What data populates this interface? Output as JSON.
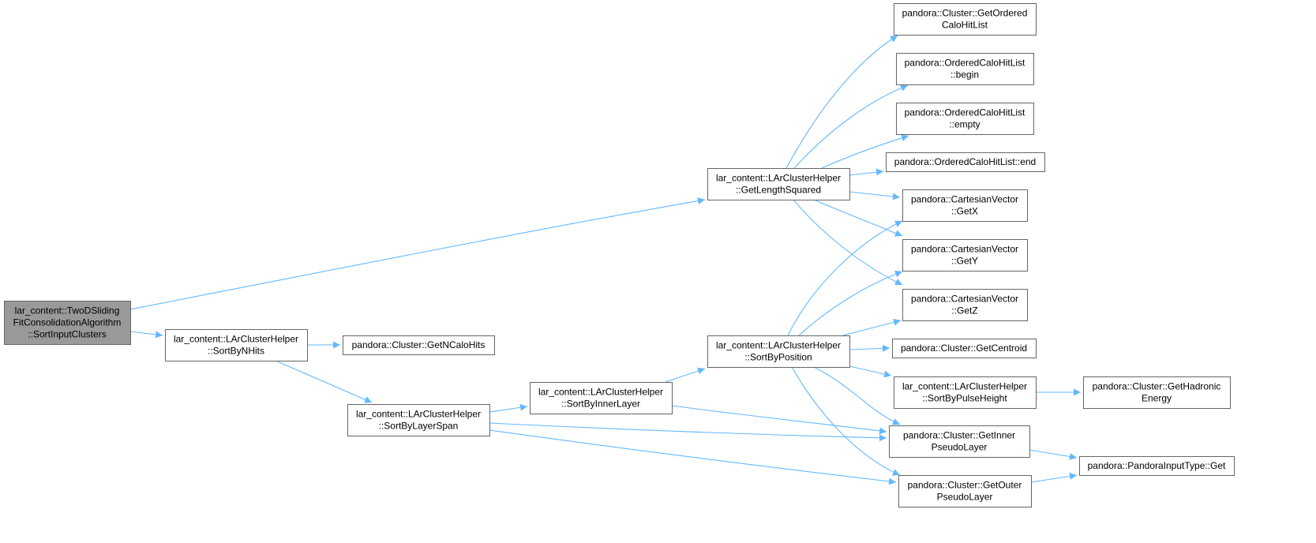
{
  "colors": {
    "edge": "#63b8ff",
    "node_border": "#666666",
    "root_fill": "#999999",
    "node_fill": "#ffffff"
  },
  "nodes": [
    {
      "id": "root",
      "lines": [
        "lar_content::TwoDSliding",
        "FitConsolidationAlgorithm",
        "::SortInputClusters"
      ],
      "root": true
    },
    {
      "id": "getLengthSquared",
      "lines": [
        "lar_content::LArClusterHelper",
        "::GetLengthSquared"
      ]
    },
    {
      "id": "sortByNHits",
      "lines": [
        "lar_content::LArClusterHelper",
        "::SortByNHits"
      ]
    },
    {
      "id": "getNCaloHits",
      "lines": [
        "pandora::Cluster::GetNCaloHits"
      ]
    },
    {
      "id": "sortByLayerSpan",
      "lines": [
        "lar_content::LArClusterHelper",
        "::SortByLayerSpan"
      ]
    },
    {
      "id": "sortByInnerLayer",
      "lines": [
        "lar_content::LArClusterHelper",
        "::SortByInnerLayer"
      ]
    },
    {
      "id": "sortByPosition",
      "lines": [
        "lar_content::LArClusterHelper",
        "::SortByPosition"
      ]
    },
    {
      "id": "getOrderedCaloHitList",
      "lines": [
        "pandora::Cluster::GetOrdered",
        "CaloHitList"
      ]
    },
    {
      "id": "begin",
      "lines": [
        "pandora::OrderedCaloHitList",
        "::begin"
      ]
    },
    {
      "id": "empty",
      "lines": [
        "pandora::OrderedCaloHitList",
        "::empty"
      ]
    },
    {
      "id": "end",
      "lines": [
        "pandora::OrderedCaloHitList::end"
      ]
    },
    {
      "id": "getX",
      "lines": [
        "pandora::CartesianVector",
        "::GetX"
      ]
    },
    {
      "id": "getY",
      "lines": [
        "pandora::CartesianVector",
        "::GetY"
      ]
    },
    {
      "id": "getZ",
      "lines": [
        "pandora::CartesianVector",
        "::GetZ"
      ]
    },
    {
      "id": "getCentroid",
      "lines": [
        "pandora::Cluster::GetCentroid"
      ]
    },
    {
      "id": "sortByPulseHeight",
      "lines": [
        "lar_content::LArClusterHelper",
        "::SortByPulseHeight"
      ]
    },
    {
      "id": "getHadronicEnergy",
      "lines": [
        "pandora::Cluster::GetHadronic",
        "Energy"
      ]
    },
    {
      "id": "getInnerPseudoLayer",
      "lines": [
        "pandora::Cluster::GetInner",
        "PseudoLayer"
      ]
    },
    {
      "id": "getOuterPseudoLayer",
      "lines": [
        "pandora::Cluster::GetOuter",
        "PseudoLayer"
      ]
    },
    {
      "id": "pandoraInputTypeGet",
      "lines": [
        "pandora::PandoraInputType::Get"
      ]
    }
  ],
  "edges": [
    {
      "from": "root",
      "to": "getLengthSquared"
    },
    {
      "from": "root",
      "to": "sortByNHits"
    },
    {
      "from": "sortByNHits",
      "to": "getNCaloHits"
    },
    {
      "from": "sortByNHits",
      "to": "sortByLayerSpan"
    },
    {
      "from": "sortByLayerSpan",
      "to": "sortByInnerLayer"
    },
    {
      "from": "sortByLayerSpan",
      "to": "getInnerPseudoLayer"
    },
    {
      "from": "sortByLayerSpan",
      "to": "getOuterPseudoLayer"
    },
    {
      "from": "sortByInnerLayer",
      "to": "sortByPosition"
    },
    {
      "from": "sortByInnerLayer",
      "to": "getInnerPseudoLayer"
    },
    {
      "from": "getLengthSquared",
      "to": "getOrderedCaloHitList"
    },
    {
      "from": "getLengthSquared",
      "to": "begin"
    },
    {
      "from": "getLengthSquared",
      "to": "empty"
    },
    {
      "from": "getLengthSquared",
      "to": "end"
    },
    {
      "from": "getLengthSquared",
      "to": "getX"
    },
    {
      "from": "getLengthSquared",
      "to": "getY"
    },
    {
      "from": "getLengthSquared",
      "to": "getZ"
    },
    {
      "from": "sortByPosition",
      "to": "getX"
    },
    {
      "from": "sortByPosition",
      "to": "getY"
    },
    {
      "from": "sortByPosition",
      "to": "getZ"
    },
    {
      "from": "sortByPosition",
      "to": "getCentroid"
    },
    {
      "from": "sortByPosition",
      "to": "sortByPulseHeight"
    },
    {
      "from": "sortByPosition",
      "to": "getInnerPseudoLayer"
    },
    {
      "from": "sortByPosition",
      "to": "getOuterPseudoLayer"
    },
    {
      "from": "sortByPulseHeight",
      "to": "getHadronicEnergy"
    },
    {
      "from": "getInnerPseudoLayer",
      "to": "pandoraInputTypeGet"
    },
    {
      "from": "getOuterPseudoLayer",
      "to": "pandoraInputTypeGet"
    }
  ]
}
